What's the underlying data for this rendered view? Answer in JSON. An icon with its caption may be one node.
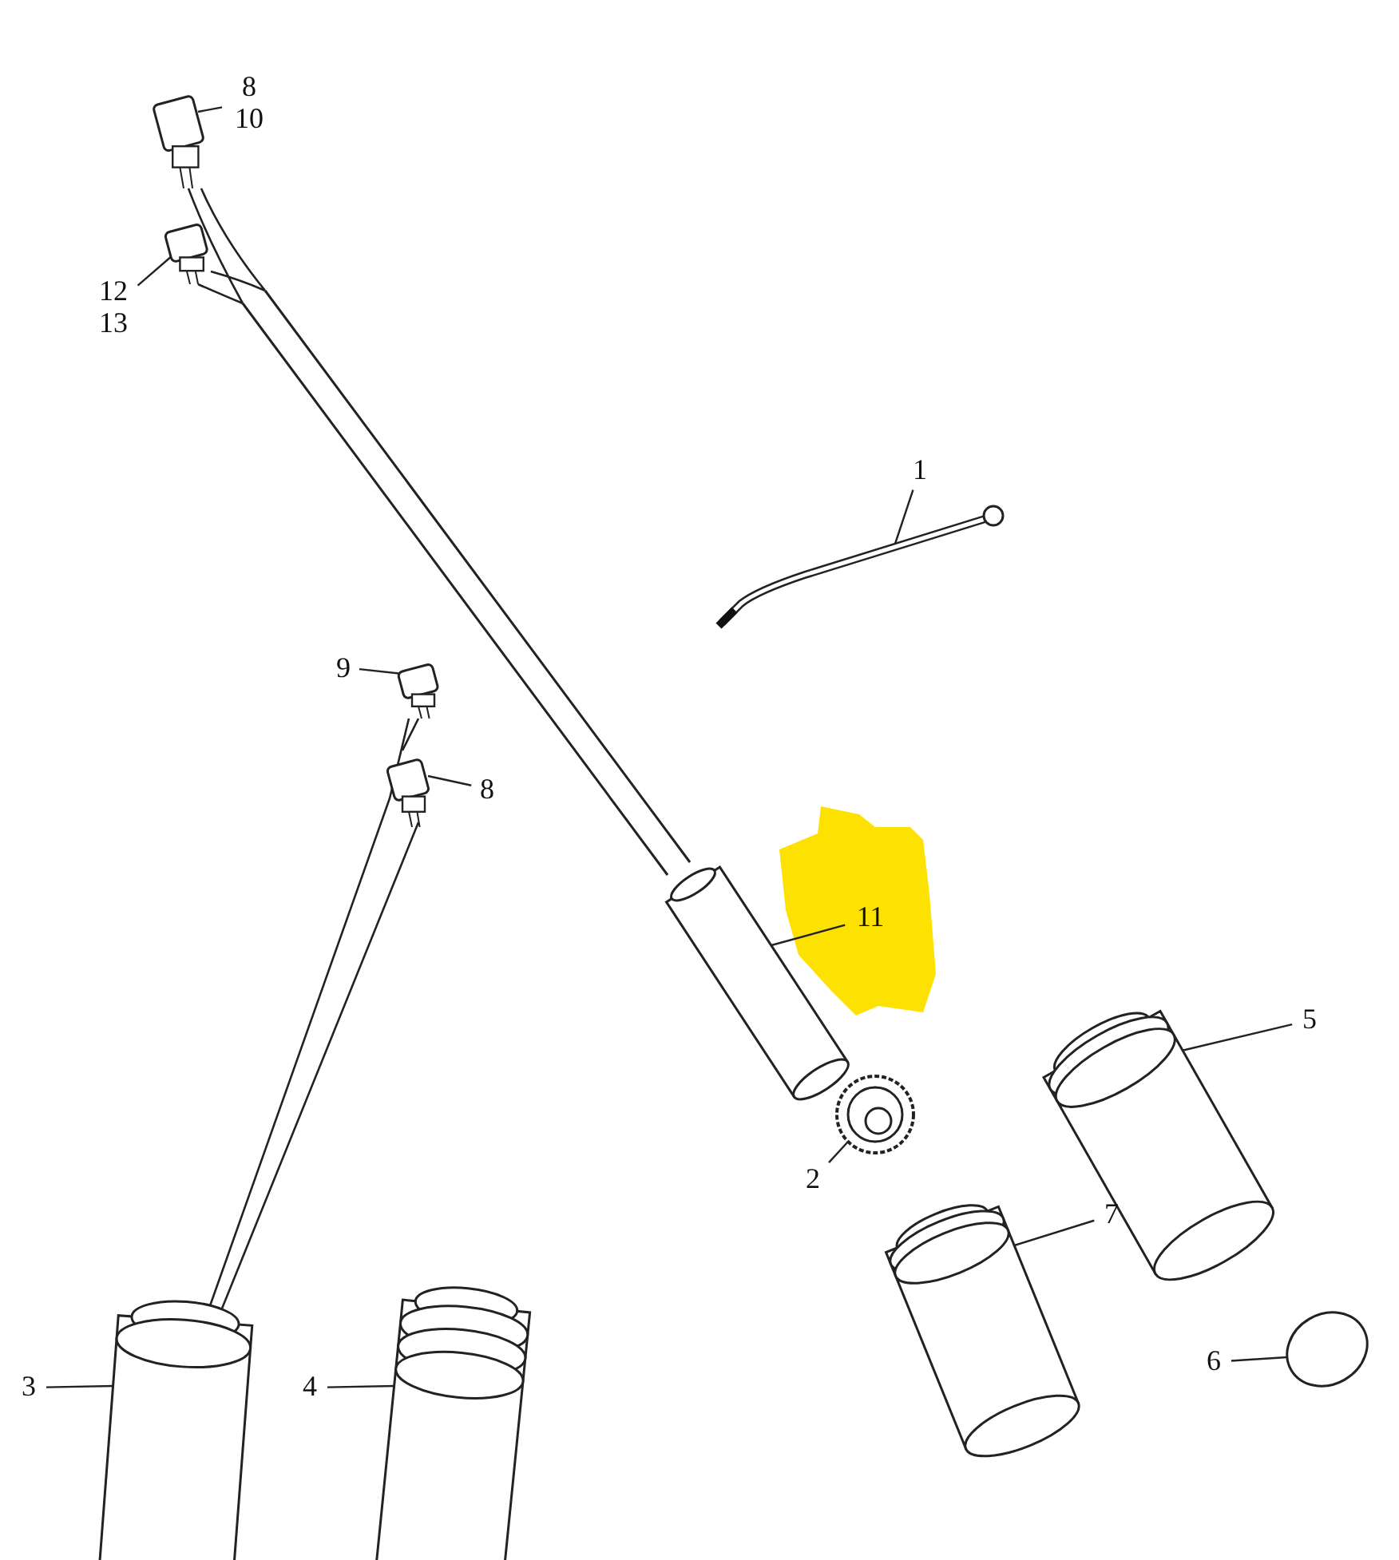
{
  "diagram": {
    "nodes": [
      {
        "text": [
          "8",
          "10"
        ]
      },
      {
        "text": [],
        "shape": "box"
      },
      {
        "text": [
          "12",
          "13"
        ]
      },
      {
        "text": [],
        "shape": "box"
      },
      {
        "text": [
          "1"
        ]
      },
      {
        "text": [],
        "shape": "picture"
      },
      {
        "text": [
          "9"
        ]
      },
      {
        "text": [],
        "shape": "box"
      },
      {
        "text": [
          "8"
        ]
      },
      {
        "text": [],
        "shape": "box"
      },
      {
        "text": [
          "11"
        ]
      },
      {
        "text": [],
        "shape": "picture"
      },
      {
        "text": [
          "2"
        ]
      },
      {
        "text": [],
        "shape": "picture"
      },
      {
        "text": [
          "5"
        ]
      },
      {
        "text": [],
        "shape": "picture"
      },
      {
        "text": [
          "7"
        ]
      },
      {
        "text": [],
        "shape": "picture"
      },
      {
        "text": [
          "3"
        ]
      },
      {
        "text": [],
        "shape": "picture"
      },
      {
        "text": [
          "4"
        ]
      },
      {
        "text": [],
        "shape": "picture"
      },
      {
        "text": [
          "6"
        ]
      },
      {
        "text": [],
        "shape": "circle"
      }
    ],
    "edges": [
      {
        "from": 0,
        "to": 1,
        "arrow": "none"
      },
      {
        "from": 2,
        "to": 3,
        "arrow": "none"
      },
      {
        "from": 4,
        "to": 5,
        "arrow": "none"
      },
      {
        "from": 6,
        "to": 7,
        "arrow": "none"
      },
      {
        "from": 8,
        "to": 9,
        "arrow": "none"
      },
      {
        "from": 10,
        "to": 11,
        "arrow": "none"
      },
      {
        "from": 12,
        "to": 13,
        "arrow": "none"
      },
      {
        "from": 14,
        "to": 15,
        "arrow": "none"
      },
      {
        "from": 16,
        "to": 17,
        "arrow": "none"
      },
      {
        "from": 18,
        "to": 19,
        "arrow": "none"
      },
      {
        "from": 20,
        "to": 21,
        "arrow": "none"
      },
      {
        "from": 22,
        "to": 23,
        "arrow": "none"
      }
    ]
  }
}
